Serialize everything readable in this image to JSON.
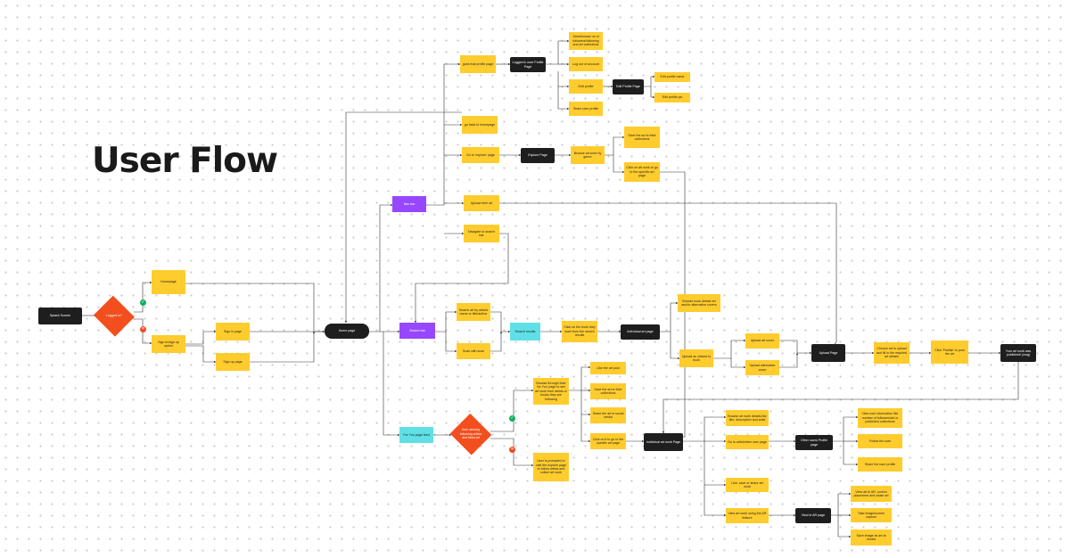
{
  "title": "User Flow",
  "colors": {
    "yellow": "#ffcc2e",
    "dark": "#1e1e1e",
    "purple": "#9747ff",
    "cyan": "#5fe0e6",
    "decision": "#f24e1e",
    "yes": "#14ae5c",
    "no": "#f24822"
  },
  "badges": {
    "yes_icon": "check-icon",
    "no_icon": "x-icon",
    "yes": "✓",
    "no": "✕"
  },
  "nodes": {
    "splash": "Splash Screen",
    "logged_in": "Logged in?",
    "homepage_yes": "Homepage",
    "sign_in_or_up": "Sign in/sign up option",
    "sign_in": "Sign in page",
    "sign_up": "Sign up page",
    "home_page": "Home page",
    "nav_bar": "Nav bar",
    "search_bar": "Search bar",
    "for_you": "For You page feed",
    "user_logged_decision": "User already following artists and liked art",
    "goes_profile": "goes that profile page",
    "logged_profile": "Logged in user Profile Page",
    "view_followers": "View/browse no of followers/following and art collections",
    "log_out": "Log out of account",
    "edit_profile": "Edit profile",
    "edit_profile_page": "Edit Profile Page",
    "edit_profile_name": "Edit profile name",
    "edit_profile_pic": "Edit profile pic",
    "share_profile": "Share user profile",
    "go_home": "go back to homepage",
    "go_explore": "Go to 'explore' page",
    "explore_page": "Explore Page",
    "browse_genre": "Browse art work by genre",
    "save_art": "Save the art to their collections",
    "click_artwork": "Click on art work to go to the specific art page",
    "upload_art": "Upload their art",
    "navigate_search": "Navigate to search bar",
    "search_artist": "Search art by artist's name or title/author",
    "scan_qr": "Scan with scan",
    "search_results": "Search results",
    "click_book": "Click on the book they want from the search results",
    "individual_art_page": "Individual art page",
    "browse_details": "Browse book details art and/or alternative covers",
    "upload_clicked": "Upload an clicked to book",
    "upload_cover": "Upload art cover",
    "upload_redo": "Upload alternative cover",
    "upload_page": "Upload Page",
    "choose_art": "Choose art to upload and fill in the required art details",
    "click_publish": "Click 'Publish' to post the art",
    "art_posted": "Your art work was published! (msg)",
    "browse_for_you": "Browse through their 'for You' page to see art work from artists or books they are following",
    "like_art": "Like the art post",
    "save_collections": "Save the art to their collections",
    "share_art": "Share the art in social media",
    "click_go_specific": "Click on it to go to the specific art page",
    "suggest_follow": "User is prompted to visit the explore page to follow artists and collect art work",
    "individual_art_page_2": "Individual art work Page",
    "browse_art_details": "Browse art work details like title, description and artist",
    "go_artist_page": "Go to artist/other user page",
    "other_profile": "Other users Profile page",
    "view_other_info": "View user information like number of followers/art or published collections",
    "follow_user": "Follow the user",
    "share_profile_2": "Share the user profile",
    "like_save_share": "Like, save or share art work",
    "view_ar": "View art work using the AR feature",
    "view_ar_page": "View in AR page",
    "view_ar_cover": "View art in AR, control placement and rotate art",
    "take_photo": "Take image/screen capture",
    "save_image": "Save image as art at media"
  }
}
